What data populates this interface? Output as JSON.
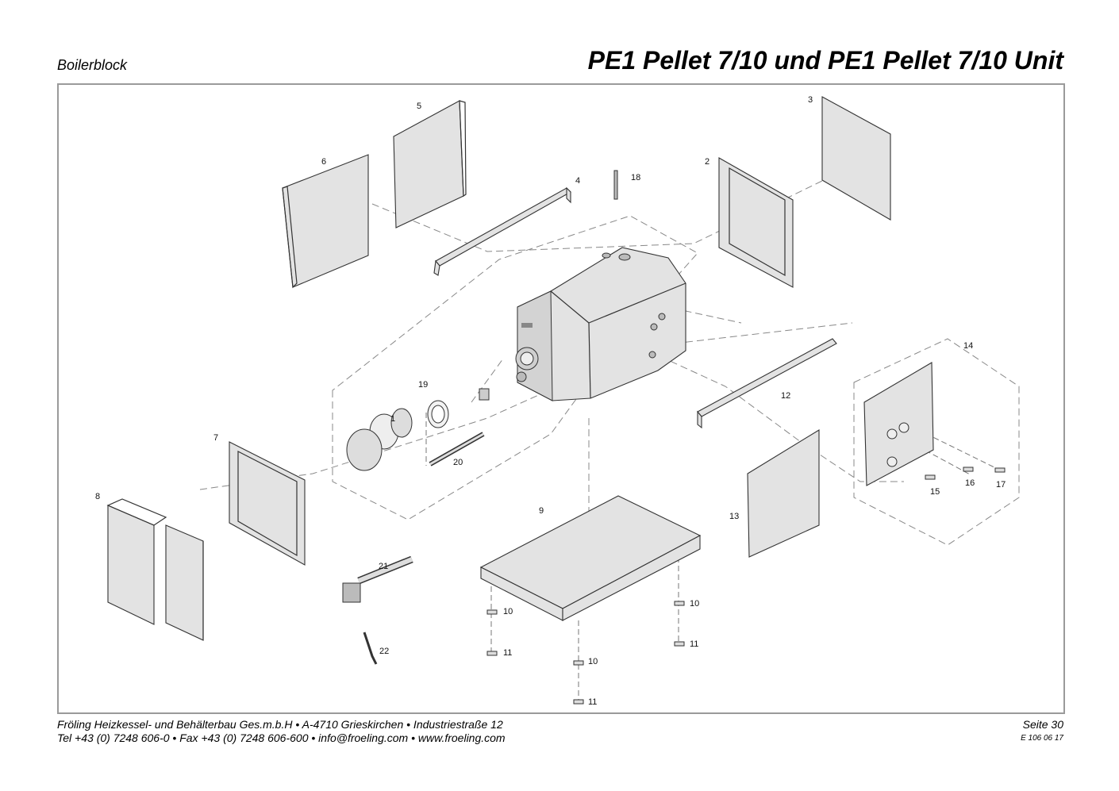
{
  "header": {
    "section": "Boilerblock",
    "title": "PE1 Pellet 7/10 und PE1 Pellet 7/10 Unit"
  },
  "diagram": {
    "labels": {
      "p1": "1",
      "p2": "2",
      "p3": "3",
      "p4": "4",
      "p5": "5",
      "p6": "6",
      "p7": "7",
      "p8": "8",
      "p9": "9",
      "p10a": "10",
      "p10b": "10",
      "p10c": "10",
      "p11a": "11",
      "p11b": "11",
      "p11c": "11",
      "p12": "12",
      "p13": "13",
      "p14": "14",
      "p15": "15",
      "p16": "16",
      "p17": "17",
      "p18": "18",
      "p19": "19",
      "p20": "20",
      "p21": "21",
      "p22": "22"
    }
  },
  "footer": {
    "line1": "Fröling Heizkessel- und Behälterbau Ges.m.b.H  •  A-4710 Grieskirchen  •  Industriestraße 12",
    "line2": "Tel +43 (0) 7248 606-0  •  Fax +43 (0) 7248 606-600  •  info@froeling.com  •  www.froeling.com",
    "page": "Seite 30",
    "doc_code": "E 106 06 17"
  }
}
